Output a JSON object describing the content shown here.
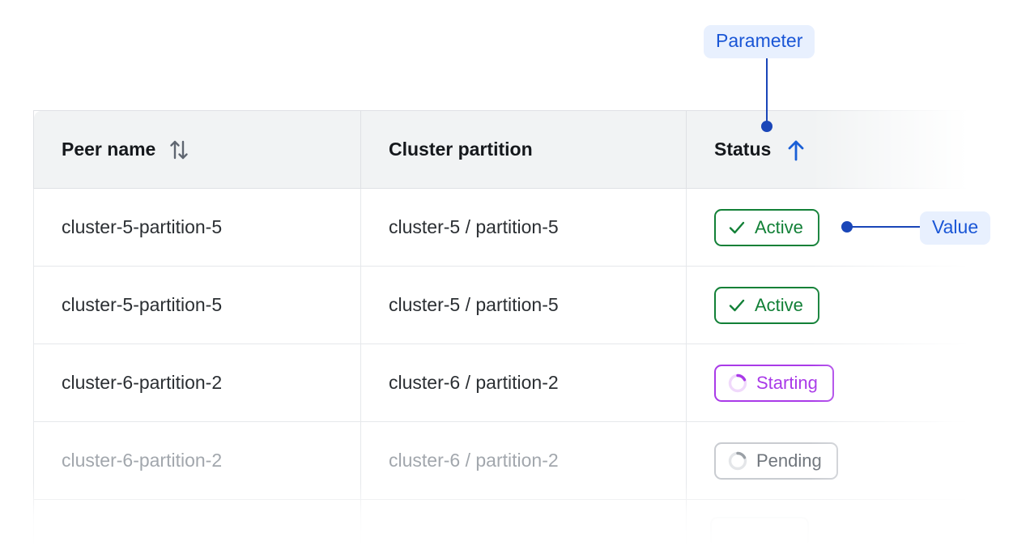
{
  "table": {
    "columns": [
      {
        "key": "peer_name",
        "label": "Peer name",
        "sort_icon": "sort-updown-icon",
        "sort_state": "unsorted"
      },
      {
        "key": "cluster_partition",
        "label": "Cluster partition",
        "sort_icon": null,
        "sort_state": "none"
      },
      {
        "key": "status",
        "label": "Status",
        "sort_icon": "sort-arrow-up-icon",
        "sort_state": "ascending"
      }
    ],
    "rows": [
      {
        "peer_name": "cluster-5-partition-5",
        "cluster_partition": "cluster-5 / partition-5",
        "status": "Active",
        "status_type": "active",
        "status_icon": "check-icon",
        "muted": false
      },
      {
        "peer_name": "cluster-5-partition-5",
        "cluster_partition": "cluster-5 / partition-5",
        "status": "Active",
        "status_type": "active",
        "status_icon": "check-icon",
        "muted": false
      },
      {
        "peer_name": "cluster-6-partition-2",
        "cluster_partition": "cluster-6 / partition-2",
        "status": "Starting",
        "status_type": "starting",
        "status_icon": "spinner-icon",
        "muted": false
      },
      {
        "peer_name": "cluster-6-partition-2",
        "cluster_partition": "cluster-6 / partition-2",
        "status": "Pending",
        "status_type": "pending",
        "status_icon": "spinner-icon",
        "muted": true
      }
    ]
  },
  "annotations": {
    "parameter": {
      "label": "Parameter",
      "target": "Status column header"
    },
    "value": {
      "label": "Value",
      "target": "Active status badge in first row"
    }
  },
  "colors": {
    "annotation_text": "#1a56d6",
    "annotation_badge_bg": "#e8f0fe",
    "annotation_line": "#1a46b8",
    "header_bg": "#f1f3f4",
    "border": "#dfe1e5",
    "status_active": "#128037",
    "status_starting": "#a93ae8",
    "status_pending": "#6f757c",
    "sort_icon_gray": "#5f6671",
    "sort_icon_blue": "#1a5fd6"
  }
}
